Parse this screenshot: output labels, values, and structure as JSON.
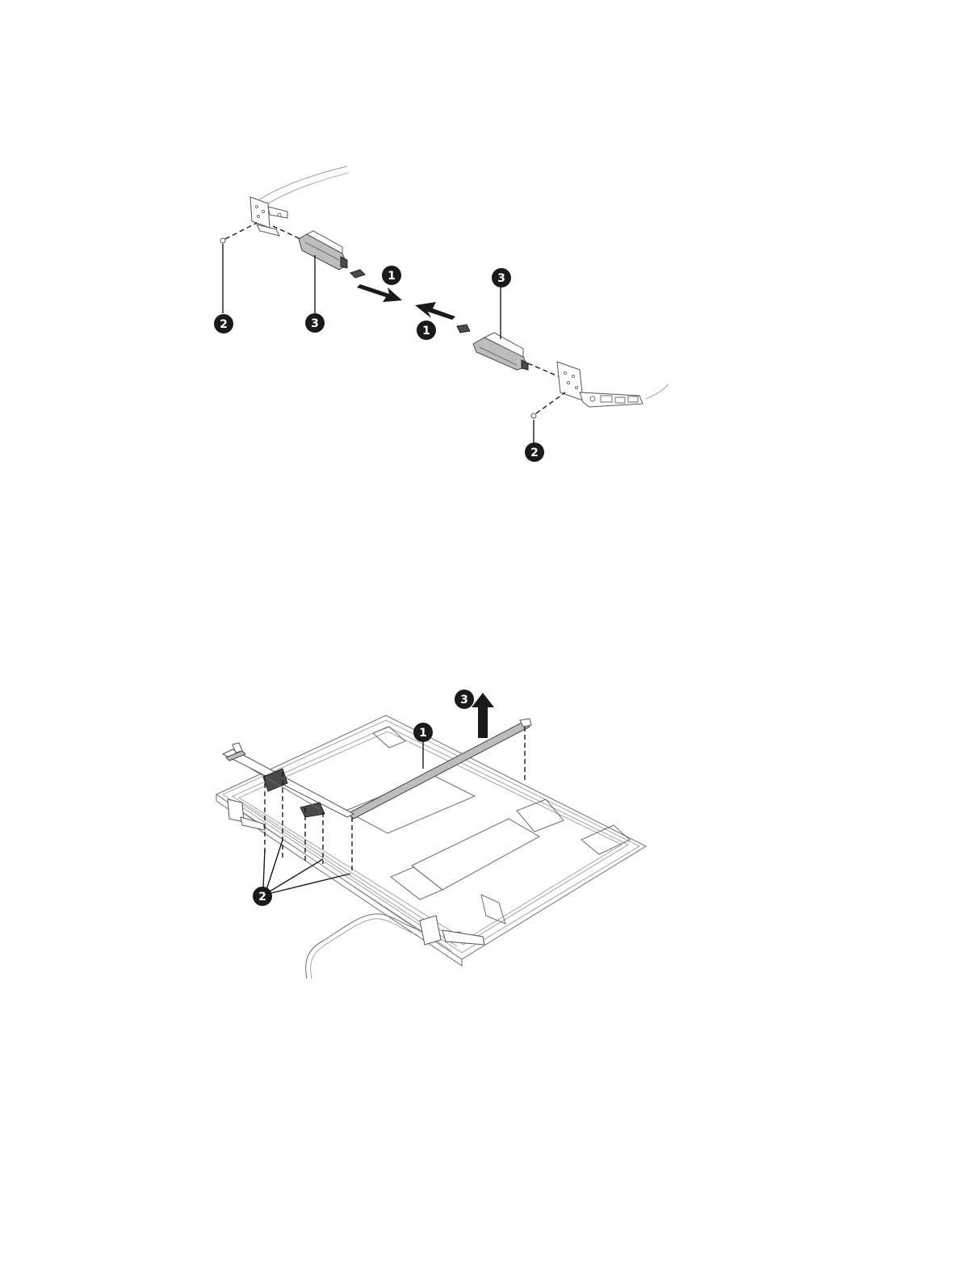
{
  "figure1": {
    "callouts": [
      {
        "id": "f1-callout-1a",
        "label": "1"
      },
      {
        "id": "f1-callout-1b",
        "label": "1"
      },
      {
        "id": "f1-callout-2a",
        "label": "2"
      },
      {
        "id": "f1-callout-2b",
        "label": "2"
      },
      {
        "id": "f1-callout-3a",
        "label": "3"
      },
      {
        "id": "f1-callout-3b",
        "label": "3"
      }
    ]
  },
  "figure2": {
    "callouts": [
      {
        "id": "f2-callout-1",
        "label": "1"
      },
      {
        "id": "f2-callout-2",
        "label": "2"
      },
      {
        "id": "f2-callout-3",
        "label": "3"
      }
    ]
  },
  "colors": {
    "callout_fill": "#1a1a1a",
    "line": "#1a1a1a",
    "part_grey": "#bdbdbd"
  }
}
